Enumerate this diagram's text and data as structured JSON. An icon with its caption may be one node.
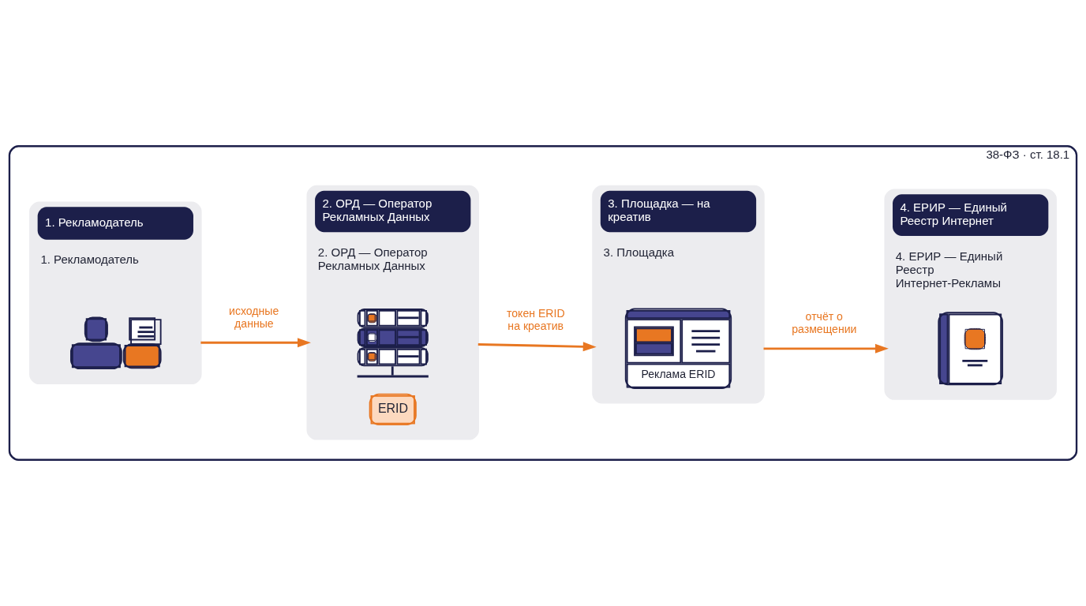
{
  "diagram": {
    "nodes": [
      {
        "text": [
          "38-ФЗ · ст. 18.1"
        ]
      },
      {
        "text": [
          "1. Рекламодатель",
          "1. Рекламодатель"
        ],
        "in": 0
      },
      {
        "text": [],
        "shape": "picture",
        "in": 1
      },
      {
        "text": [
          "2. ОРД — Оператор Рекламных Данных",
          "2. ОРД — Оператор Рекламных Данных"
        ],
        "in": 0
      },
      {
        "text": [],
        "shape": "picture",
        "in": 3
      },
      {
        "text": [
          "ERID"
        ],
        "in": 3
      },
      {
        "text": [
          "3. Площадка — на креатив",
          "3. Площадка"
        ],
        "in": 0
      },
      {
        "text": [
          "Реклама ERID"
        ],
        "in": 6
      },
      {
        "text": [
          "4. ЕРИР — Единый Реестр Интернет",
          "4. ЕРИР — Единый Реестр Интернет-Рекламы"
        ],
        "in": 0
      },
      {
        "text": [],
        "shape": "picture",
        "in": 8
      }
    ],
    "edges": [
      {
        "from": 1,
        "to": 3,
        "arrow": "to",
        "label": "исходные данные"
      },
      {
        "from": 3,
        "to": 6,
        "arrow": "to",
        "label": "токен ERID на креатив"
      },
      {
        "from": 6,
        "to": 8,
        "arrow": "to",
        "label": "отчёт о размещении"
      }
    ]
  }
}
